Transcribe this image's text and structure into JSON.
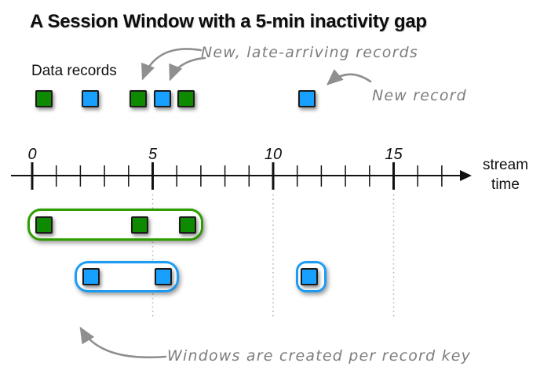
{
  "title": "A Session Window with a 5-min inactivity gap",
  "legend": {
    "data_records_label": "Data records"
  },
  "annotations": {
    "late_records": "New, late-arriving records",
    "new_record": "New record",
    "per_key": "Windows are created per record key"
  },
  "axis": {
    "label_line1": "stream",
    "label_line2": "time",
    "ticks": [
      {
        "t": 0,
        "label": "0"
      },
      {
        "t": 1
      },
      {
        "t": 2
      },
      {
        "t": 3
      },
      {
        "t": 4
      },
      {
        "t": 5,
        "label": "5"
      },
      {
        "t": 6
      },
      {
        "t": 7
      },
      {
        "t": 8
      },
      {
        "t": 9
      },
      {
        "t": 10,
        "label": "10"
      },
      {
        "t": 11
      },
      {
        "t": 12
      },
      {
        "t": 13
      },
      {
        "t": 14
      },
      {
        "t": 15,
        "label": "15"
      },
      {
        "t": 16
      },
      {
        "t": 17
      }
    ],
    "inactivity_gap_lines": [
      5,
      10,
      15
    ]
  },
  "records": [
    {
      "color": "green",
      "t": 0.5
    },
    {
      "color": "blue",
      "t": 2.4
    },
    {
      "color": "green",
      "t": 4.4
    },
    {
      "color": "blue",
      "t": 5.4
    },
    {
      "color": "green",
      "t": 6.4
    },
    {
      "color": "blue",
      "t": 11.4
    }
  ],
  "windows": [
    {
      "color": "green",
      "row": 1,
      "t_start": -0.2,
      "t_end": 7.1,
      "records": [
        0.5,
        4.45,
        6.45
      ]
    },
    {
      "color": "blue",
      "row": 2,
      "t_start": 1.75,
      "t_end": 6.1,
      "records": [
        2.45,
        5.45
      ]
    },
    {
      "color": "blue",
      "row": 2,
      "t_start": 10.95,
      "t_end": 12.2,
      "records": [
        11.5
      ]
    }
  ],
  "colors": {
    "green": "#0e8a00",
    "blue": "#18a0ff",
    "green_window_border": "#2e9e00",
    "blue_window_border": "#1e9cf5",
    "annotation_gray": "#8f8f8f",
    "axis_black": "#111111",
    "gap_line_gray": "#b3b3b3"
  }
}
